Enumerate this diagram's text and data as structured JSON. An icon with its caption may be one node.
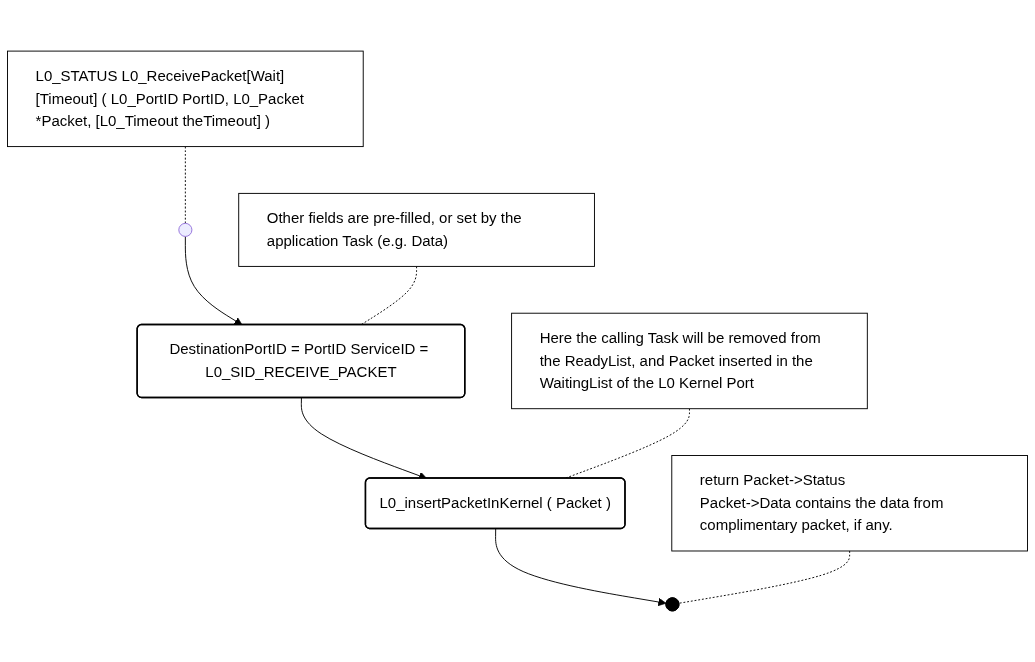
{
  "diagram": {
    "nodes": [
      {
        "text": [],
        "shape": "circle"
      },
      {
        "text": [
          "L0_STATUS L0_ReceivePacket[Wait][Timeout] ( L0_PortID PortID, L0_Packet *Packet, [L0_Timeout theTimeout] )"
        ]
      },
      {
        "text": [
          "Other fields are pre-filled, or set by the application Task (e.g. Data)"
        ]
      },
      {
        "text": [
          "DestinationPortID = PortID ServiceID = L0_SID_RECEIVE_PACKET"
        ]
      },
      {
        "text": [
          "Here the calling Task will be removed from the ReadyList, and Packet inserted in the WaitingList of the L0 Kernel Port"
        ]
      },
      {
        "text": [
          "L0_insertPacketInKernel ( Packet )"
        ]
      },
      {
        "text": [
          "return Packet->Status",
          "Packet->Data contains the data from complimentary packet, if any."
        ]
      },
      {
        "text": [],
        "shape": "circle"
      }
    ],
    "edges": [
      {
        "from": 0,
        "to": 3,
        "arrow": "to"
      },
      {
        "from": 3,
        "to": 5,
        "arrow": "to"
      },
      {
        "from": 5,
        "to": 7,
        "arrow": "to"
      },
      {
        "from": 1,
        "to": 0,
        "arrow": "none",
        "style": "dashed"
      },
      {
        "from": 2,
        "to": 3,
        "arrow": "none",
        "style": "dashed"
      },
      {
        "from": 4,
        "to": 5,
        "arrow": "none",
        "style": "dashed"
      },
      {
        "from": 6,
        "to": 7,
        "arrow": "none",
        "style": "dashed"
      }
    ]
  }
}
